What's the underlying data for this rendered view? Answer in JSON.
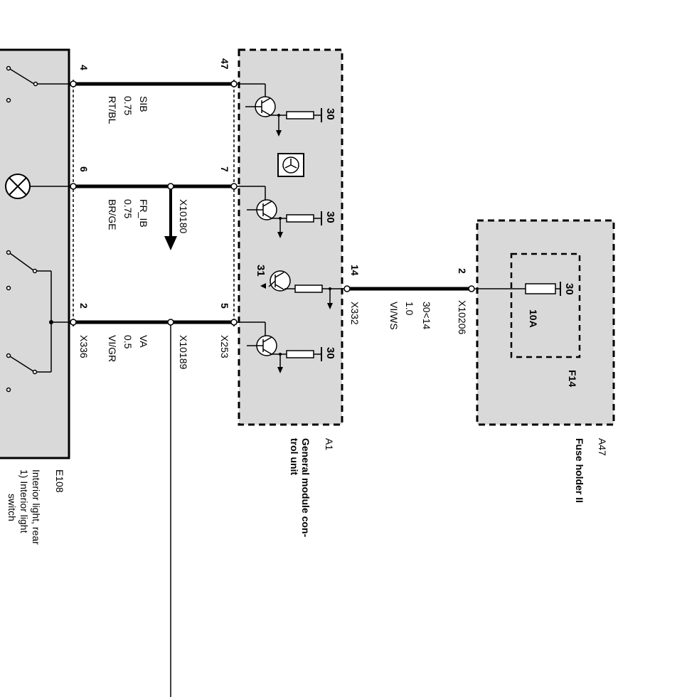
{
  "components": {
    "e108": {
      "id": "E108",
      "desc1": "Interior light, rear",
      "desc2": "1) Interior light",
      "desc3": "switch",
      "connector": "X336"
    },
    "a1": {
      "id": "A1",
      "desc1": "General module con-",
      "desc2": "trol unit",
      "conn_x253": "X253",
      "conn_x332": "X332"
    },
    "a47": {
      "id": "A47",
      "desc": "Fuse holder II",
      "connector": "X10206",
      "fuse_id": "F14",
      "fuse_rating": "10A",
      "fuse_terminal": "30"
    }
  },
  "pins": {
    "e108_p4": "4",
    "e108_p6": "6",
    "e108_p2": "2",
    "a1_p47": "47",
    "a1_p7": "7",
    "a1_p5": "5",
    "a1_p14": "14",
    "a47_p2": "2"
  },
  "terminals": {
    "t30_1": "30",
    "t30_2": "30",
    "t30_3": "30",
    "t30_4": "30",
    "t31": "31"
  },
  "wires": {
    "w1": {
      "signal": "SIB",
      "gauge": "0.75",
      "color": "RT/BL"
    },
    "w2": {
      "signal": "FR_IB",
      "gauge": "0.75",
      "color": "BR/GE",
      "splice": "X10180"
    },
    "w3": {
      "signal": "VA",
      "gauge": "0.5",
      "color": "VI/GR",
      "splice": "X10189"
    },
    "w4": {
      "signal": "30<14",
      "gauge": "1.0",
      "color": "VI/WS"
    }
  }
}
